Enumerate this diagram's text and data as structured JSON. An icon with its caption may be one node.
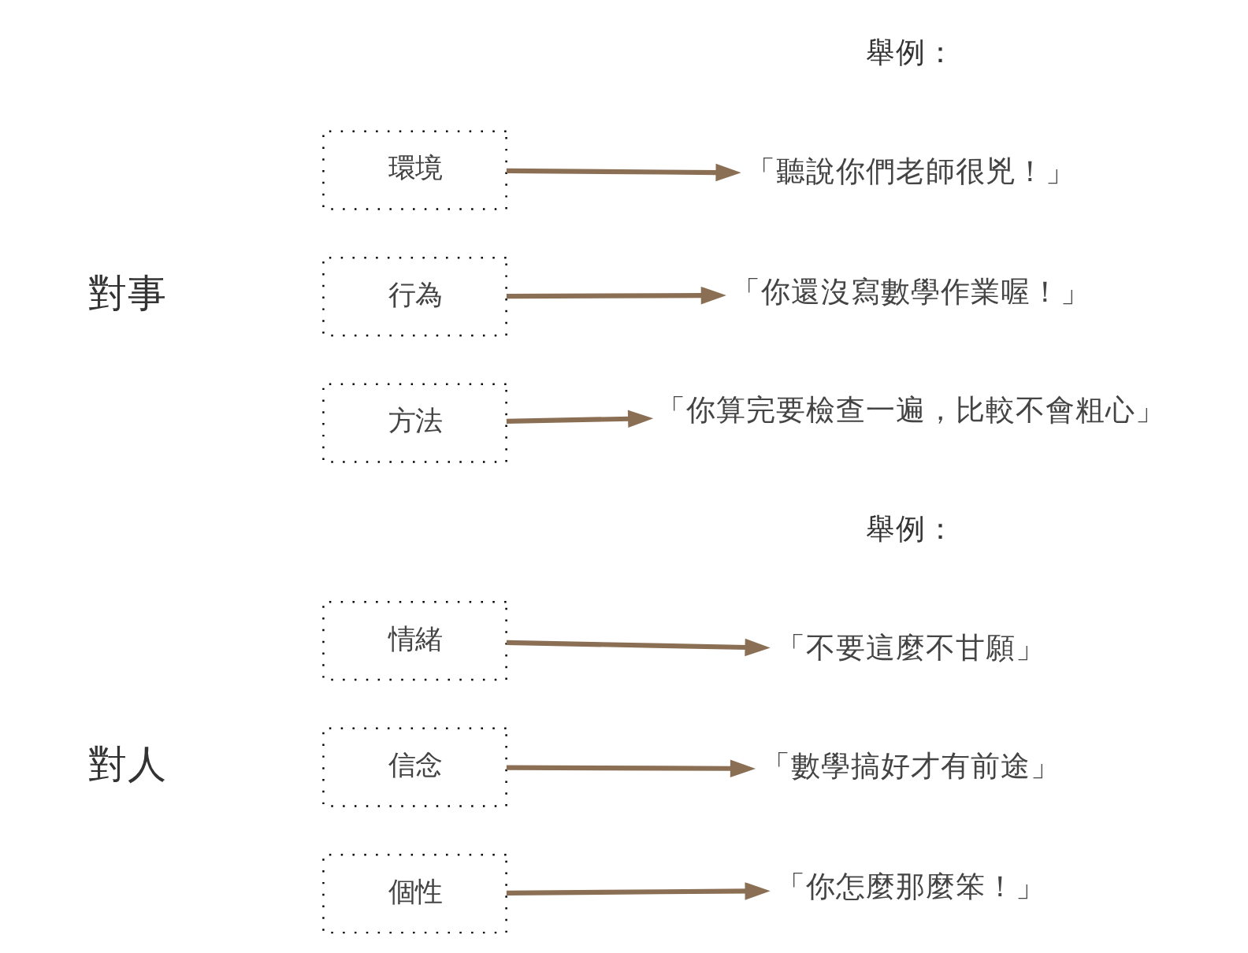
{
  "diagram": {
    "nodes": [
      {
        "text": [
          "環境"
        ]
      },
      {
        "text": [
          "「聽說你們老師很兇！」"
        ]
      },
      {
        "text": [
          "行為"
        ]
      },
      {
        "text": [
          "「你還沒寫數學作業喔！」"
        ]
      },
      {
        "text": [
          "方法"
        ]
      },
      {
        "text": [
          "「你算完要檢查一遍，比較不會粗心」"
        ]
      },
      {
        "text": [
          "情緒"
        ]
      },
      {
        "text": [
          "「不要這麼不甘願」"
        ]
      },
      {
        "text": [
          "信念"
        ]
      },
      {
        "text": [
          "「數學搞好才有前途」"
        ]
      },
      {
        "text": [
          "個性"
        ]
      },
      {
        "text": [
          "「你怎麼那麼笨！」"
        ]
      }
    ],
    "edges": [
      {
        "from": 0,
        "to": 1,
        "arrow": "to"
      },
      {
        "from": 2,
        "to": 3,
        "arrow": "to"
      },
      {
        "from": 4,
        "to": 5,
        "arrow": "to"
      },
      {
        "from": 6,
        "to": 7,
        "arrow": "to"
      },
      {
        "from": 8,
        "to": 9,
        "arrow": "to"
      },
      {
        "from": 10,
        "to": 11,
        "arrow": "to"
      }
    ],
    "labels": [
      "舉例：",
      "對事",
      "舉例：",
      "對人"
    ]
  }
}
